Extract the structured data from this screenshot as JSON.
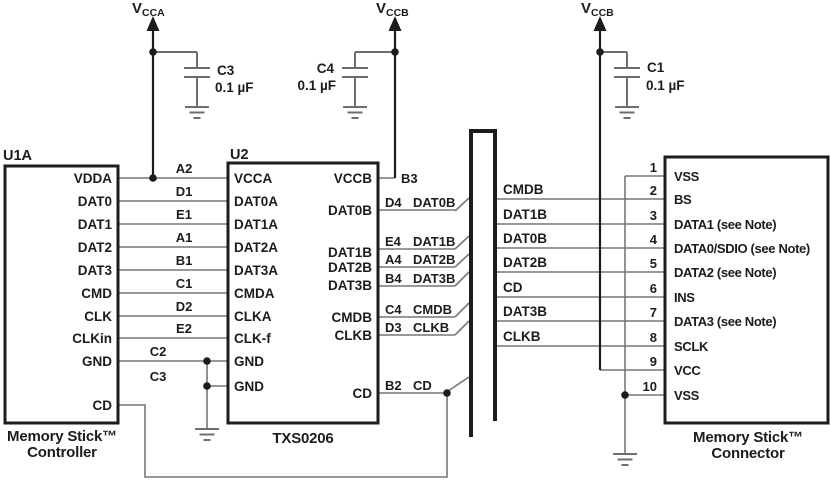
{
  "colors": {
    "ink": "#1c1c1c",
    "wire": "#777777",
    "background": "#ffffff"
  },
  "power": {
    "vcca": {
      "base": "V",
      "sub": "CCA"
    },
    "vccb_mid": {
      "base": "V",
      "sub": "CCB"
    },
    "vccb_right": {
      "base": "V",
      "sub": "CCB"
    }
  },
  "caps": {
    "c3": {
      "ref": "C3",
      "value": "0.1 µF"
    },
    "c4": {
      "ref": "C4",
      "value": "0.1 µF"
    },
    "c1": {
      "ref": "C1",
      "value": "0.1 µF"
    }
  },
  "controller": {
    "ref": "U1A",
    "caption1": "Memory Stick™",
    "caption2": "Controller",
    "pins": [
      "VDDA",
      "DAT0",
      "DAT1",
      "DAT2",
      "DAT3",
      "CMD",
      "CLK",
      "CLKin",
      "GND",
      "CD"
    ]
  },
  "shifter": {
    "ref": "U2",
    "part": "TXS0206",
    "left_pins": [
      {
        "d": "A2",
        "n": "VCCA"
      },
      {
        "d": "D1",
        "n": "DAT0A"
      },
      {
        "d": "E1",
        "n": "DAT1A"
      },
      {
        "d": "A1",
        "n": "DAT2A"
      },
      {
        "d": "B1",
        "n": "DAT3A"
      },
      {
        "d": "C1",
        "n": "CMDA"
      },
      {
        "d": "D2",
        "n": "CLKA"
      },
      {
        "d": "E2",
        "n": "CLK-f"
      },
      {
        "d": "C2",
        "n": "GND"
      },
      {
        "d": "C3",
        "n": "GND"
      }
    ],
    "right_pins": [
      {
        "d": "B3",
        "n": "VCCB"
      },
      {
        "d": "D4",
        "n": "DAT0B"
      },
      {
        "d": "E4",
        "n": "DAT1B"
      },
      {
        "d": "A4",
        "n": "DAT2B"
      },
      {
        "d": "B4",
        "n": "DAT3B"
      },
      {
        "d": "C4",
        "n": "CMDB"
      },
      {
        "d": "D3",
        "n": "CLKB"
      },
      {
        "d": "B2",
        "n": "CD"
      }
    ]
  },
  "bus": [
    "CMDB",
    "DAT1B",
    "DAT0B",
    "DAT2B",
    "CD",
    "DAT3B",
    "CLKB"
  ],
  "connector": {
    "caption1": "Memory Stick™",
    "caption2": "Connector",
    "pins": [
      {
        "num": "1",
        "name": "VSS"
      },
      {
        "num": "2",
        "name": "BS"
      },
      {
        "num": "3",
        "name": "DATA1 (see Note)"
      },
      {
        "num": "4",
        "name": "DATA0/SDIO (see Note)"
      },
      {
        "num": "5",
        "name": "DATA2 (see Note)"
      },
      {
        "num": "6",
        "name": "INS"
      },
      {
        "num": "7",
        "name": "DATA3 (see Note)"
      },
      {
        "num": "8",
        "name": "SCLK"
      },
      {
        "num": "9",
        "name": "VCC"
      },
      {
        "num": "10",
        "name": "VSS"
      }
    ]
  }
}
